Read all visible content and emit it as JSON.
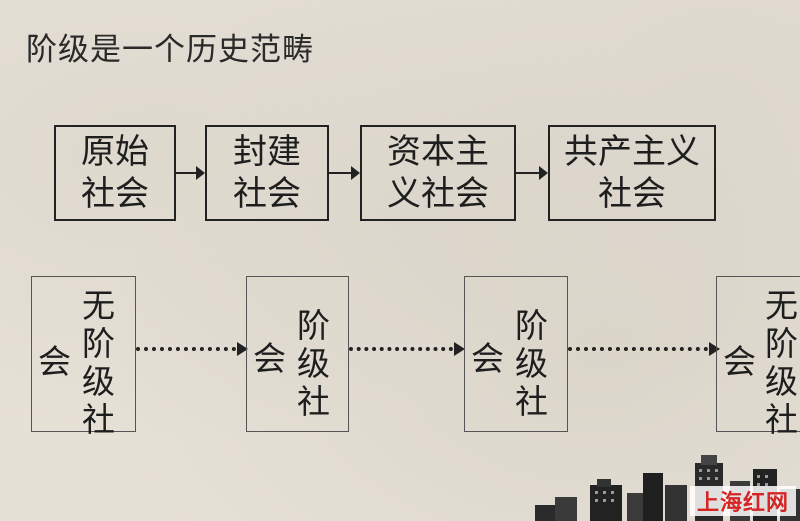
{
  "title": "阶级是一个历史范畴",
  "stages": [
    {
      "line1": "原始",
      "line2": "社会"
    },
    {
      "line1": "封建",
      "line2": "社会"
    },
    {
      "line1": "资本主",
      "line2": "义社会"
    },
    {
      "line1": "共产主义",
      "line2": "社会"
    }
  ],
  "class_boxes": [
    {
      "right_col": [
        "无",
        "阶",
        "级",
        "社"
      ],
      "left_col": [
        "会"
      ]
    },
    {
      "right_col": [
        "阶",
        "级",
        "社"
      ],
      "left_col": [
        "会"
      ]
    },
    {
      "right_col": [
        "阶",
        "级",
        "社"
      ],
      "left_col": [
        "会"
      ]
    },
    {
      "right_col": [
        "无",
        "阶",
        "级",
        "社"
      ],
      "left_col": [
        "会"
      ]
    }
  ],
  "watermark": "上海红网",
  "colors": {
    "background": "#e6e1d7",
    "ink": "#222222",
    "watermark": "#d62525"
  }
}
